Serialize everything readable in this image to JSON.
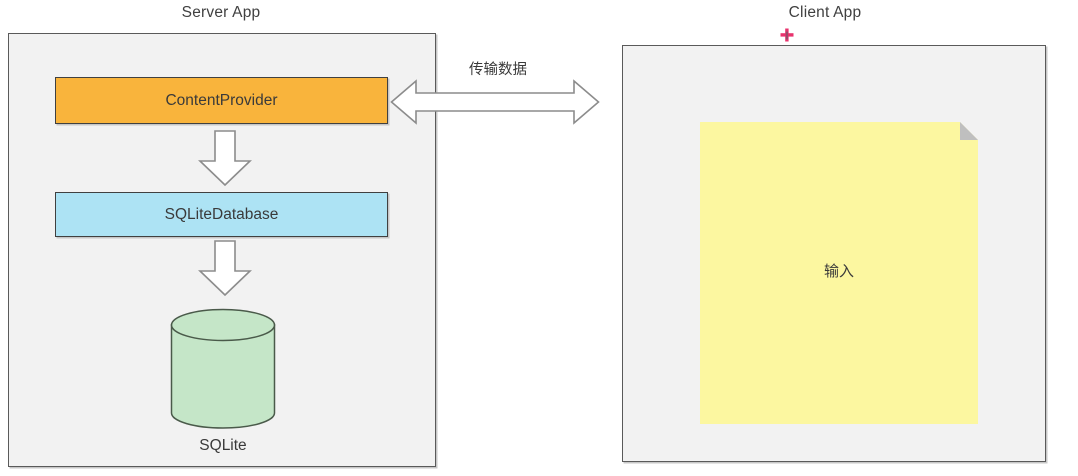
{
  "diagram": {
    "type": "architecture-diagram",
    "background_color": "#ffffff",
    "server": {
      "title": "Server App",
      "panel": {
        "fill": "#f2f2f2",
        "border": "#5a5a5a"
      },
      "nodes": [
        {
          "id": "content-provider",
          "label": "ContentProvider",
          "shape": "rectangle",
          "fill": "#f9b43c",
          "border": "#404040"
        },
        {
          "id": "sqlite-database",
          "label": "SQLiteDatabase",
          "shape": "rectangle",
          "fill": "#ade3f4",
          "border": "#404040"
        },
        {
          "id": "sqlite",
          "label": "SQLite",
          "shape": "cylinder",
          "fill": "#c5e6c8",
          "border": "#4a5a4a"
        }
      ],
      "connectors": [
        {
          "id": "cp-to-db",
          "from": "content-provider",
          "to": "sqlite-database",
          "style": "block-arrow",
          "direction": "down",
          "fill": "#ffffff",
          "border": "#808080"
        },
        {
          "id": "db-to-sqlite",
          "from": "sqlite-database",
          "to": "sqlite",
          "style": "block-arrow",
          "direction": "down",
          "fill": "#ffffff",
          "border": "#808080"
        }
      ]
    },
    "client": {
      "title": "Client App",
      "panel": {
        "fill": "#f2f2f2",
        "border": "#5a5a5a"
      },
      "note": {
        "label": "输入",
        "shape": "folded-corner-note",
        "fill": "#fcf7a0",
        "fold_fill": "#bfbfbf"
      },
      "marker": {
        "name": "plus-marker",
        "color": "#e8336d"
      }
    },
    "link": {
      "label": "传输数据",
      "style": "double-block-arrow",
      "direction": "both",
      "fill": "#ffffff",
      "border": "#808080",
      "from": "content-provider",
      "to": "client-app"
    }
  }
}
